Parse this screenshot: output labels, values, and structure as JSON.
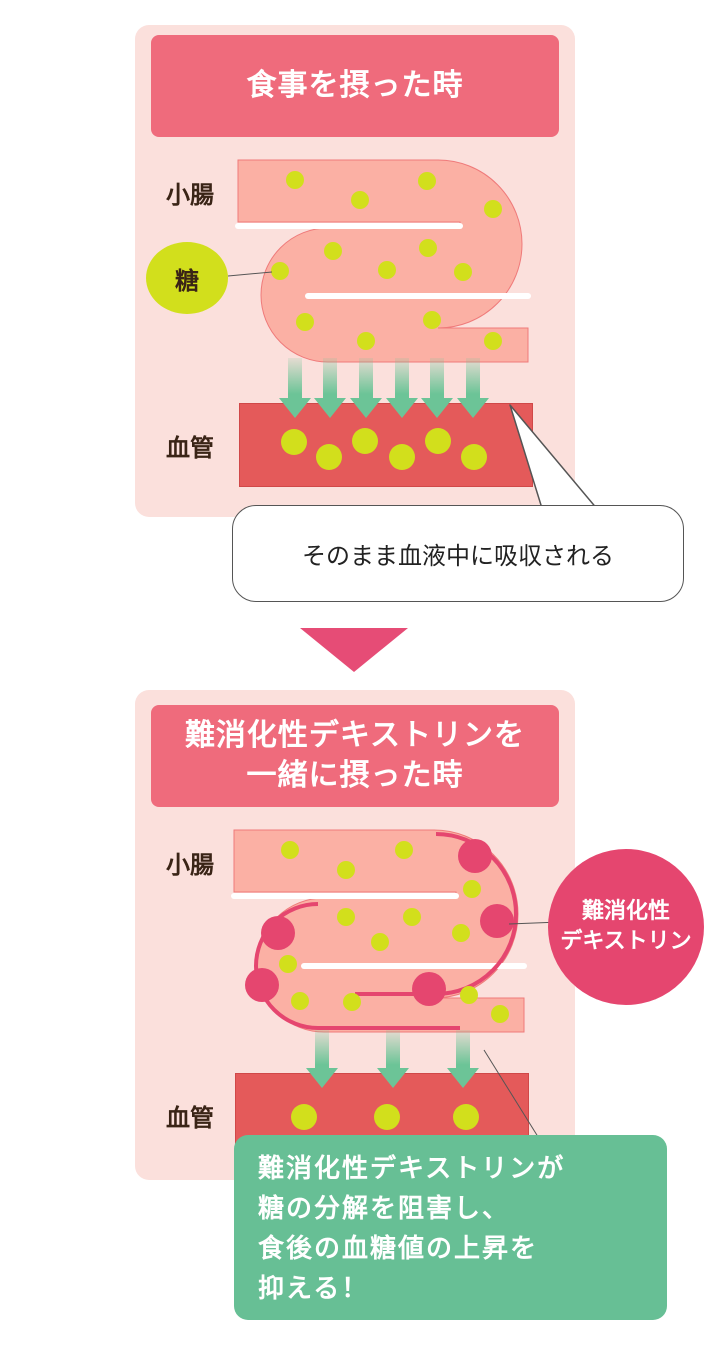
{
  "colors": {
    "panel_bg": "#fbe0dc",
    "title_bar": "#ef6b7c",
    "intestine": "#fbb0a4",
    "glucose": "#d2df1c",
    "dextrin": "#e5466f",
    "vessel": "#e45a5a",
    "arrow": "#6cc497",
    "result_bg": "#67bf95",
    "down_triangle": "#e64c76"
  },
  "top_panel": {
    "title": "食事を摂った時",
    "label_intestine": "小腸",
    "label_sugar": "糖",
    "label_vessel": "血管",
    "speech": "そのまま血液中に吸収される"
  },
  "bottom_panel": {
    "title_lines": [
      "難消化性デキストリンを",
      "一緒に摂った時"
    ],
    "label_intestine": "小腸",
    "label_vessel": "血管",
    "dextrin_label_lines": [
      "難消化性",
      "デキストリン"
    ],
    "result_lines": [
      "難消化性デキストリンが",
      "糖の分解を阻害し、",
      "食後の血糖値の上昇を",
      "抑える！"
    ]
  }
}
